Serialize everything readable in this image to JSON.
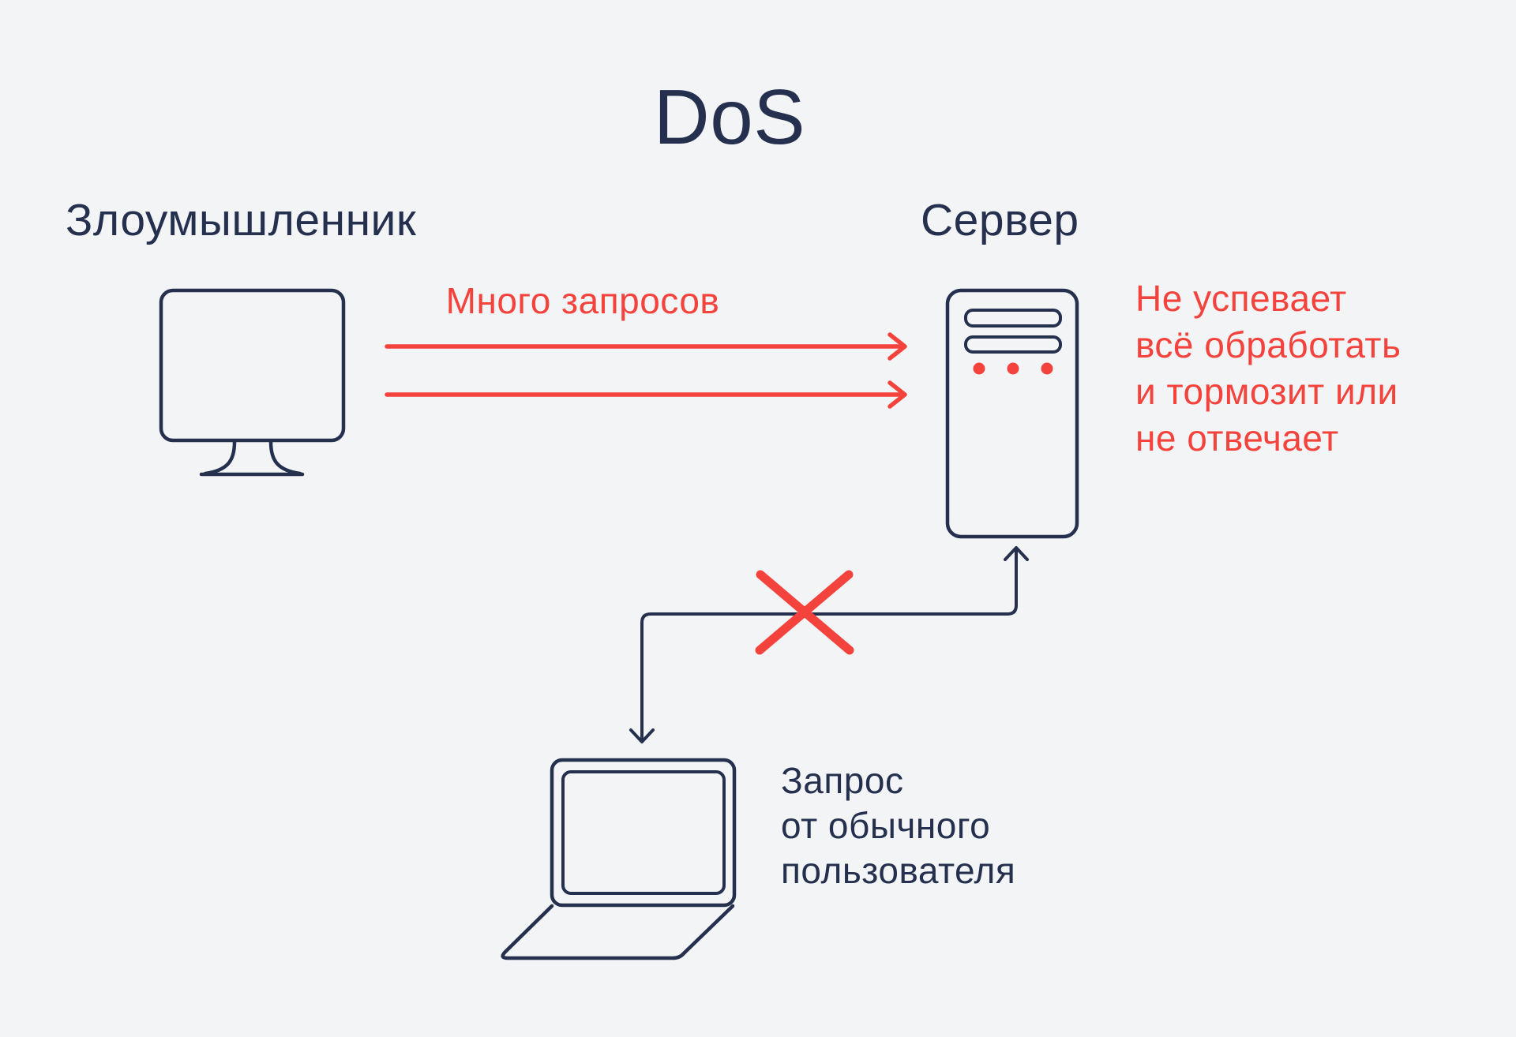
{
  "title": "DoS",
  "colors": {
    "background": "#F3F4F6",
    "navy": "#24304E",
    "red": "#F4433C"
  },
  "attacker": {
    "label": "Злоумышленник",
    "icon": "desktop-computer-icon"
  },
  "server": {
    "label": "Сервер",
    "icon": "server-tower-icon",
    "indicator_dots_color": "#F4433C"
  },
  "attack_flow": {
    "label": "Много запросов",
    "arrow_count": 2,
    "arrow_color": "#F4433C"
  },
  "server_overload_note": {
    "lines": [
      "Не успевает",
      "всё обработать",
      "и тормозит или",
      "не отвечает"
    ]
  },
  "user_request": {
    "icon": "laptop-icon",
    "blocked_icon": "crossed-out-x-icon",
    "lines": [
      "Запрос",
      "от обычного",
      "пользователя"
    ]
  }
}
